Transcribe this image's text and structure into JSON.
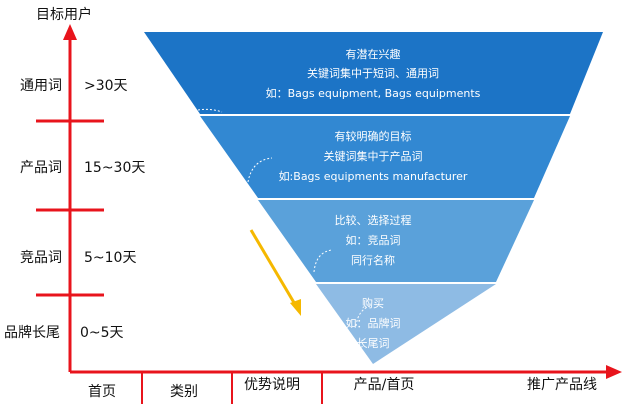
{
  "y_axis": {
    "title": "目标用户",
    "levels": [
      {
        "word": "通用词",
        "duration": ">30天"
      },
      {
        "word": "产品词",
        "duration": "15~30天"
      },
      {
        "word": "竞品词",
        "duration": "5~10天"
      },
      {
        "word": "品牌长尾",
        "duration": "0~5天"
      }
    ]
  },
  "x_axis": {
    "title": "推广产品线",
    "sections": [
      "首页",
      "类别",
      "优势说明",
      "产品/首页"
    ]
  },
  "funnel": {
    "tiers": [
      {
        "lines": [
          "有潜在兴趣",
          "关键词集中于短词、通用词",
          "如：Bags equipment, Bags equipments"
        ],
        "color": "#1c74c6"
      },
      {
        "lines": [
          "有较明确的目标",
          "关键词集中于产品词",
          "如:Bags equipments manufacturer"
        ],
        "color": "#3288d2"
      },
      {
        "lines": [
          "比较、选择过程",
          "如：竞品词",
          "同行名称"
        ],
        "color": "#5aa1da"
      },
      {
        "lines": [
          "购买",
          "如：品牌词",
          "长尾词"
        ],
        "color": "#8ebbe4"
      }
    ]
  },
  "colors": {
    "axis": "#e8141c",
    "arrow": "#f5b800"
  }
}
